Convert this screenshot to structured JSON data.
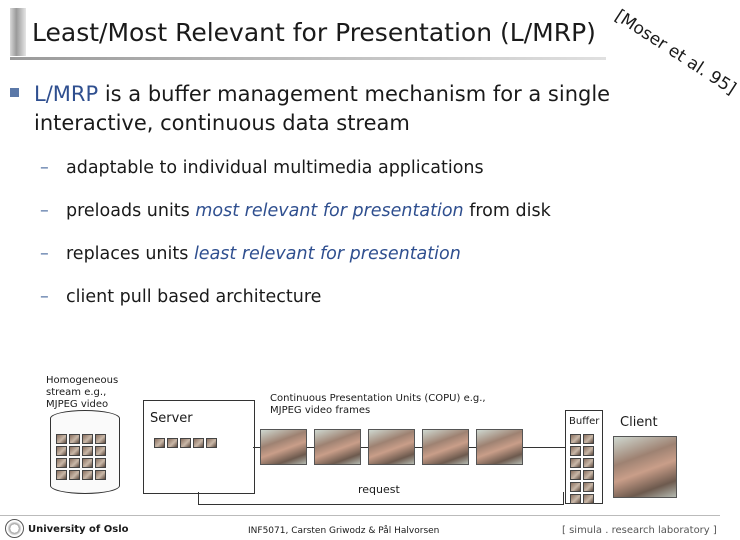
{
  "title": "Least/Most Relevant for Presentation (L/MRP)",
  "citation": "[Moser et al. 95]",
  "bullet": {
    "accent": "L/MRP",
    "text": " is a buffer management mechanism for a single interactive, continuous data stream"
  },
  "subs": {
    "s1": "adaptable to individual multimedia applications",
    "s2_pre": "preloads units ",
    "s2_em": "most relevant for presentation",
    "s2_post": " from disk",
    "s3_pre": "replaces units ",
    "s3_em": "least relevant for presentation",
    "s4": "client pull based architecture",
    "dash": "–"
  },
  "diagram": {
    "storage_label": "Homogeneous stream e.g., MJPEG video",
    "server": "Server",
    "copu_label": "Continuous Presentation Units (COPU) e.g., MJPEG video frames",
    "buffer": "Buffer",
    "client": "Client",
    "request": "request"
  },
  "footer": {
    "left": "University of Oslo",
    "center": "INF5071, Carsten Griwodz & Pål Halvorsen",
    "right": "[ simula . research laboratory ]"
  },
  "icons": [
    "bullet-square",
    "university-seal-icon",
    "video-frame-thumbnail"
  ],
  "colors": {
    "accent": "#2f4f8f",
    "bullet": "#5b78a8"
  }
}
